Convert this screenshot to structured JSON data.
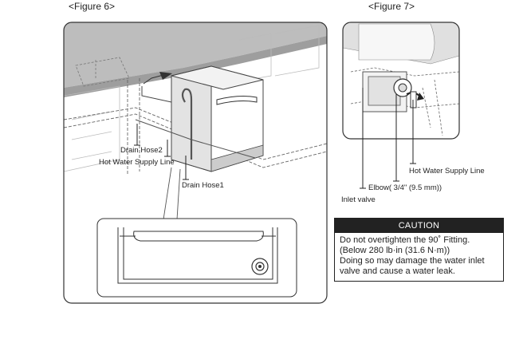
{
  "figure6": {
    "title": "<Figure 6>",
    "labels": {
      "drain_hose2": "Drain Hose2",
      "hot_water_supply_line": "Hot Water Supply Line",
      "drain_hose1": "Drain Hose1"
    }
  },
  "figure7": {
    "title": "<Figure 7>",
    "labels": {
      "hot_water_supply_line": "Hot Water Supply Line",
      "elbow": "Elbow( 3/4\" (9.5 mm))",
      "inlet_valve": "Inlet valve"
    }
  },
  "caution": {
    "heading": "CAUTION",
    "lines": [
      "Do not overtighten the 90˚ Fitting.",
      "(Below 280 lb·in (31.6 N·m))",
      "Doing so may damage the water inlet",
      "valve and cause a water leak."
    ]
  }
}
